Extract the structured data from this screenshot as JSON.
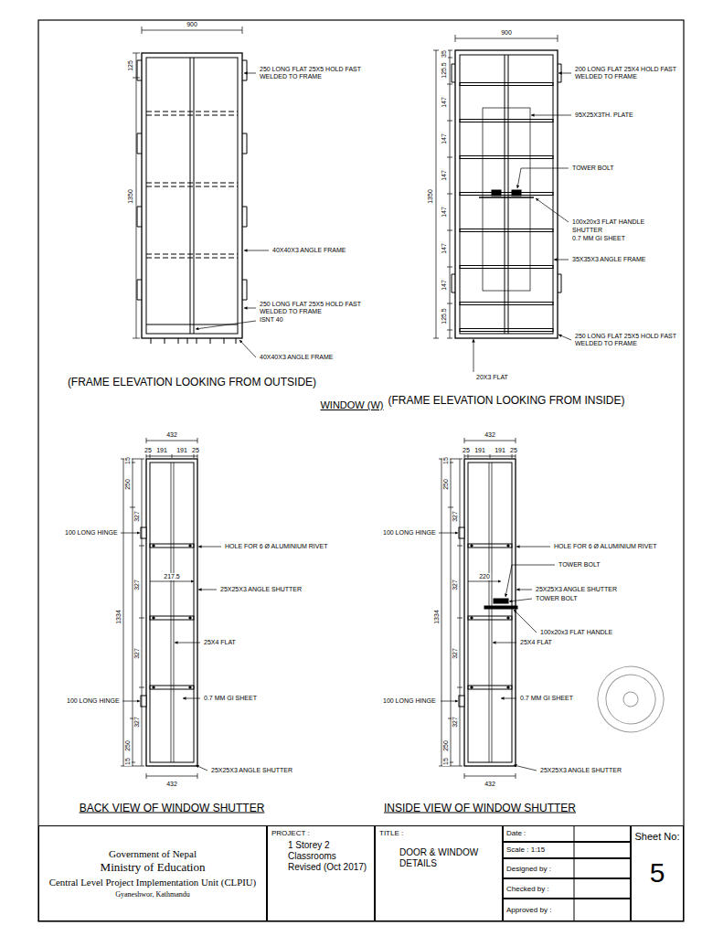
{
  "diagram": {
    "nodes": [
      {
        "text": [
          "Government of Nepal",
          "Ministry of Education",
          "Central Level Project Implementation Unit (CLPIU)",
          "Gyaneshwor, Kathmandu"
        ]
      },
      {
        "text": [
          "PROJECT :",
          "1 Storey 2 Classrooms Revised (Oct 2017)"
        ]
      },
      {
        "text": [
          "TITLE :",
          "DOOR & WINDOW DETAILS"
        ]
      },
      {
        "text": [
          "Date :"
        ]
      },
      {
        "text": [
          "Scale : 1:15"
        ]
      },
      {
        "text": [
          "Designed by :"
        ]
      },
      {
        "text": [
          "Checked by :"
        ]
      },
      {
        "text": [
          "Approved by :"
        ]
      },
      {
        "text": [
          "Sheet No:",
          "5"
        ]
      }
    ],
    "labels": [
      "900",
      "125",
      "1350",
      "250 LONG FLAT 25X5 HOLD FAST WELDED TO FRAME",
      "40X40X3 ANGLE FRAME",
      "250 LONG FLAT 25X5 HOLD FAST WELDED TO FRAME",
      "ISNT 40",
      "40X40X3 ANGLE FRAME",
      "(FRAME ELEVATION LOOKING FROM OUTSIDE)",
      "WINDOW (W)",
      "900",
      "35",
      "125.5",
      "147",
      "147",
      "147",
      "147",
      "147",
      "147",
      "125.5",
      "1350",
      "200 LONG FLAT 25X4 HOLD FAST WELDED TO FRAME",
      "95X25X3TH. PLATE",
      "TOWER BOLT",
      "100x20x3 FLAT HANDLE",
      "SHUTTER",
      "0.7 MM GI SHEET",
      "35X35X3 ANGLE FRAME",
      "250 LONG FLAT 25X5 HOLD FAST WELDED TO FRAME",
      "20X3 FLAT",
      "(FRAME ELEVATION LOOKING FROM INSIDE)",
      "432",
      "25",
      "191",
      "191",
      "25",
      "1334",
      "15",
      "250",
      "327",
      "327",
      "327",
      "327",
      "250",
      "15",
      "100 LONG HINGE",
      "HOLE  FOR 6 Ø ALUMINIUM RIVET",
      "217.5",
      "25X25X3 ANGLE SHUTTER",
      "25X4 FLAT",
      "0.7 MM GI SHEET",
      "100 LONG HINGE",
      "25X25X3 ANGLE SHUTTER",
      "432",
      "BACK VIEW OF WINDOW SHUTTER",
      "432",
      "25",
      "191",
      "191",
      "25",
      "1334",
      "15",
      "250",
      "327",
      "327",
      "327",
      "327",
      "250",
      "15",
      "100 LONG HINGE",
      "HOLE  FOR 6 Ø ALUMINIUM RIVET",
      "TOWER BOLT",
      "220",
      "25X25X3 ANGLE SHUTTER",
      "TOWER BOLT",
      "100x20x3 FLAT HANDLE",
      "25X4 FLAT",
      "0.7 MM GI SHEET",
      "100 LONG HINGE",
      "25X25X3 ANGLE SHUTTER",
      "432",
      "INSIDE VIEW OF WINDOW SHUTTER"
    ]
  }
}
